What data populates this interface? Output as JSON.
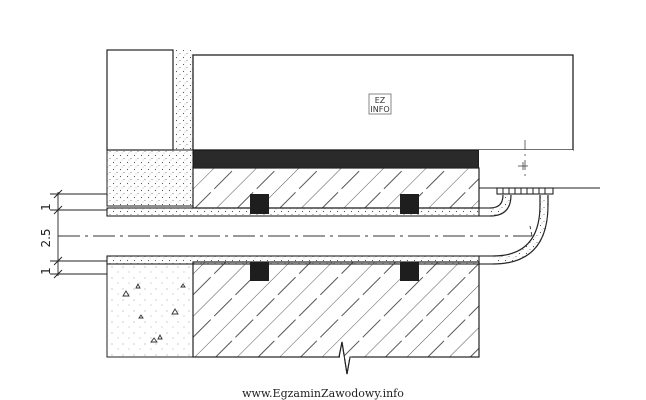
{
  "logo": {
    "line1": "EZ",
    "line2": "INFO"
  },
  "dimensions": {
    "top": "1",
    "middle": "2.5",
    "bottom": "1"
  },
  "footer": {
    "url": "www.EgzaminZawodowy.info"
  }
}
